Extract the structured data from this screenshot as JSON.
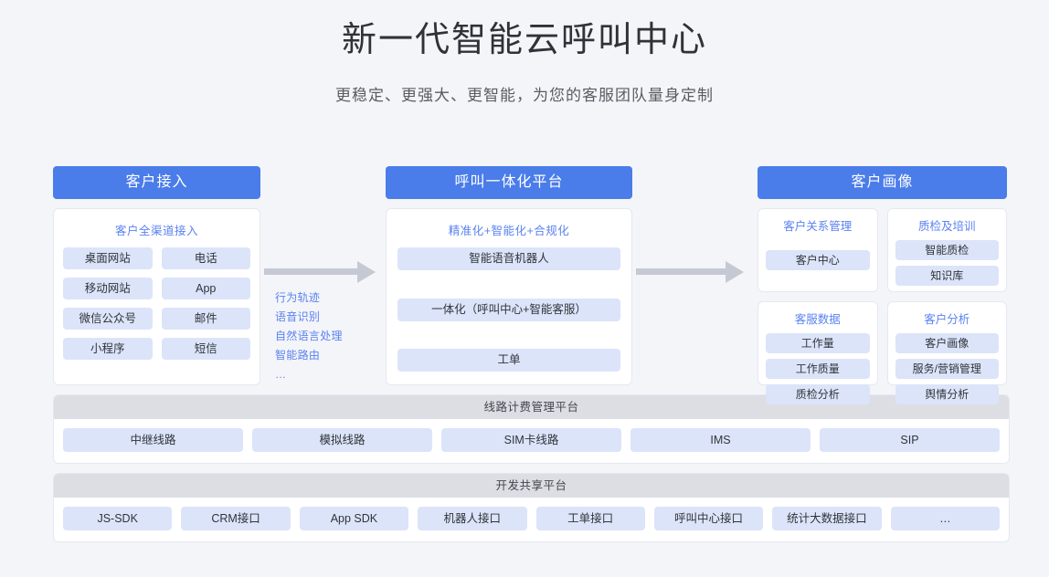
{
  "hero": {
    "title": "新一代智能云呼叫中心",
    "subtitle": "更稳定、更强大、更智能，为您的客服团队量身定制"
  },
  "colors": {
    "header_blue": "#4a7cea",
    "pill_blue": "#dce4fa",
    "accent_text": "#5a82f0",
    "band_gray": "#dcdee4",
    "page_bg": "#f4f5f9",
    "arrow_gray": "#c5c9d4"
  },
  "columns": {
    "left": {
      "header": "客户接入",
      "subtitle": "客户全渠道接入",
      "items": [
        "桌面网站",
        "电话",
        "移动网站",
        "App",
        "微信公众号",
        "邮件",
        "小程序",
        "短信"
      ]
    },
    "middle": {
      "header": "呼叫一体化平台",
      "subtitle": "精准化+智能化+合规化",
      "items": [
        "智能语音机器人",
        "一体化（呼叫中心+智能客服）",
        "工单"
      ]
    },
    "right": {
      "header": "客户画像",
      "panels": [
        {
          "title": "客户关系管理",
          "items": [
            "客户中心"
          ]
        },
        {
          "title": "质检及培训",
          "items": [
            "智能质检",
            "知识库"
          ]
        },
        {
          "title": "客服数据",
          "items": [
            "工作量",
            "工作质量",
            "质检分析"
          ]
        },
        {
          "title": "客户分析",
          "items": [
            "客户画像",
            "服务/营销管理",
            "舆情分析"
          ]
        }
      ]
    }
  },
  "arrows": [
    {
      "icon": "arrow-right-icon",
      "labels": [
        "行为轨迹",
        "语音识别",
        "自然语言处理",
        "智能路由",
        "…"
      ]
    },
    {
      "icon": "arrow-right-icon",
      "labels": []
    }
  ],
  "bands": [
    {
      "header": "线路计费管理平台",
      "items": [
        "中继线路",
        "模拟线路",
        "SIM卡线路",
        "IMS",
        "SIP"
      ]
    },
    {
      "header": "开发共享平台",
      "items": [
        "JS-SDK",
        "CRM接口",
        "App SDK",
        "机器人接口",
        "工单接口",
        "呼叫中心接口",
        "统计大数据接口",
        "…"
      ]
    }
  ]
}
